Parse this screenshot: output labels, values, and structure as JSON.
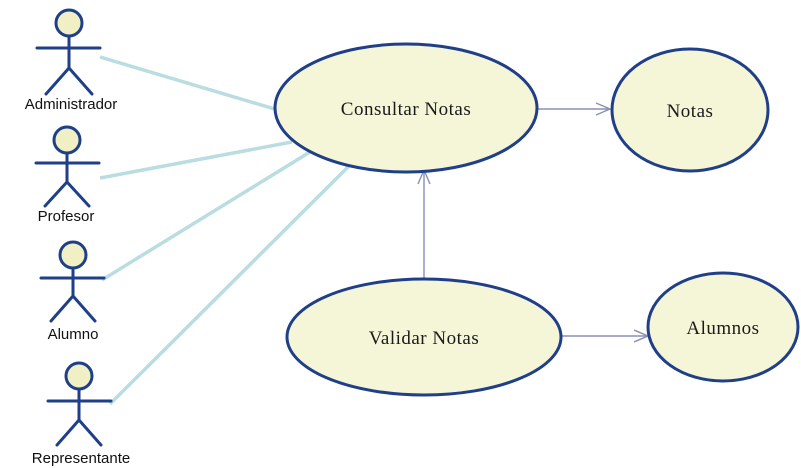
{
  "diagram": {
    "type": "use-case",
    "actors": [
      {
        "id": "administrador",
        "label": "Administrador"
      },
      {
        "id": "profesor",
        "label": "Profesor"
      },
      {
        "id": "alumno",
        "label": "Alumno"
      },
      {
        "id": "representante",
        "label": "Representante"
      }
    ],
    "use_cases": [
      {
        "id": "consultar",
        "label": "Consultar Notas"
      },
      {
        "id": "notas",
        "label": "Notas"
      },
      {
        "id": "validar",
        "label": "Validar Notas"
      },
      {
        "id": "alumnos",
        "label": "Alumnos"
      }
    ],
    "associations": [
      {
        "from": "administrador",
        "to": "consultar"
      },
      {
        "from": "profesor",
        "to": "consultar"
      },
      {
        "from": "alumno",
        "to": "consultar"
      },
      {
        "from": "representante",
        "to": "consultar"
      }
    ],
    "dependencies": [
      {
        "from": "consultar",
        "to": "notas"
      },
      {
        "from": "validar",
        "to": "consultar"
      },
      {
        "from": "validar",
        "to": "alumnos"
      }
    ],
    "colors": {
      "ellipse_fill": "#f5f5d8",
      "ellipse_stroke": "#1f3f88",
      "association_line": "#b9dde0",
      "dependency_line": "#8a8fb4",
      "actor_head_fill": "#f1f0c4"
    }
  }
}
